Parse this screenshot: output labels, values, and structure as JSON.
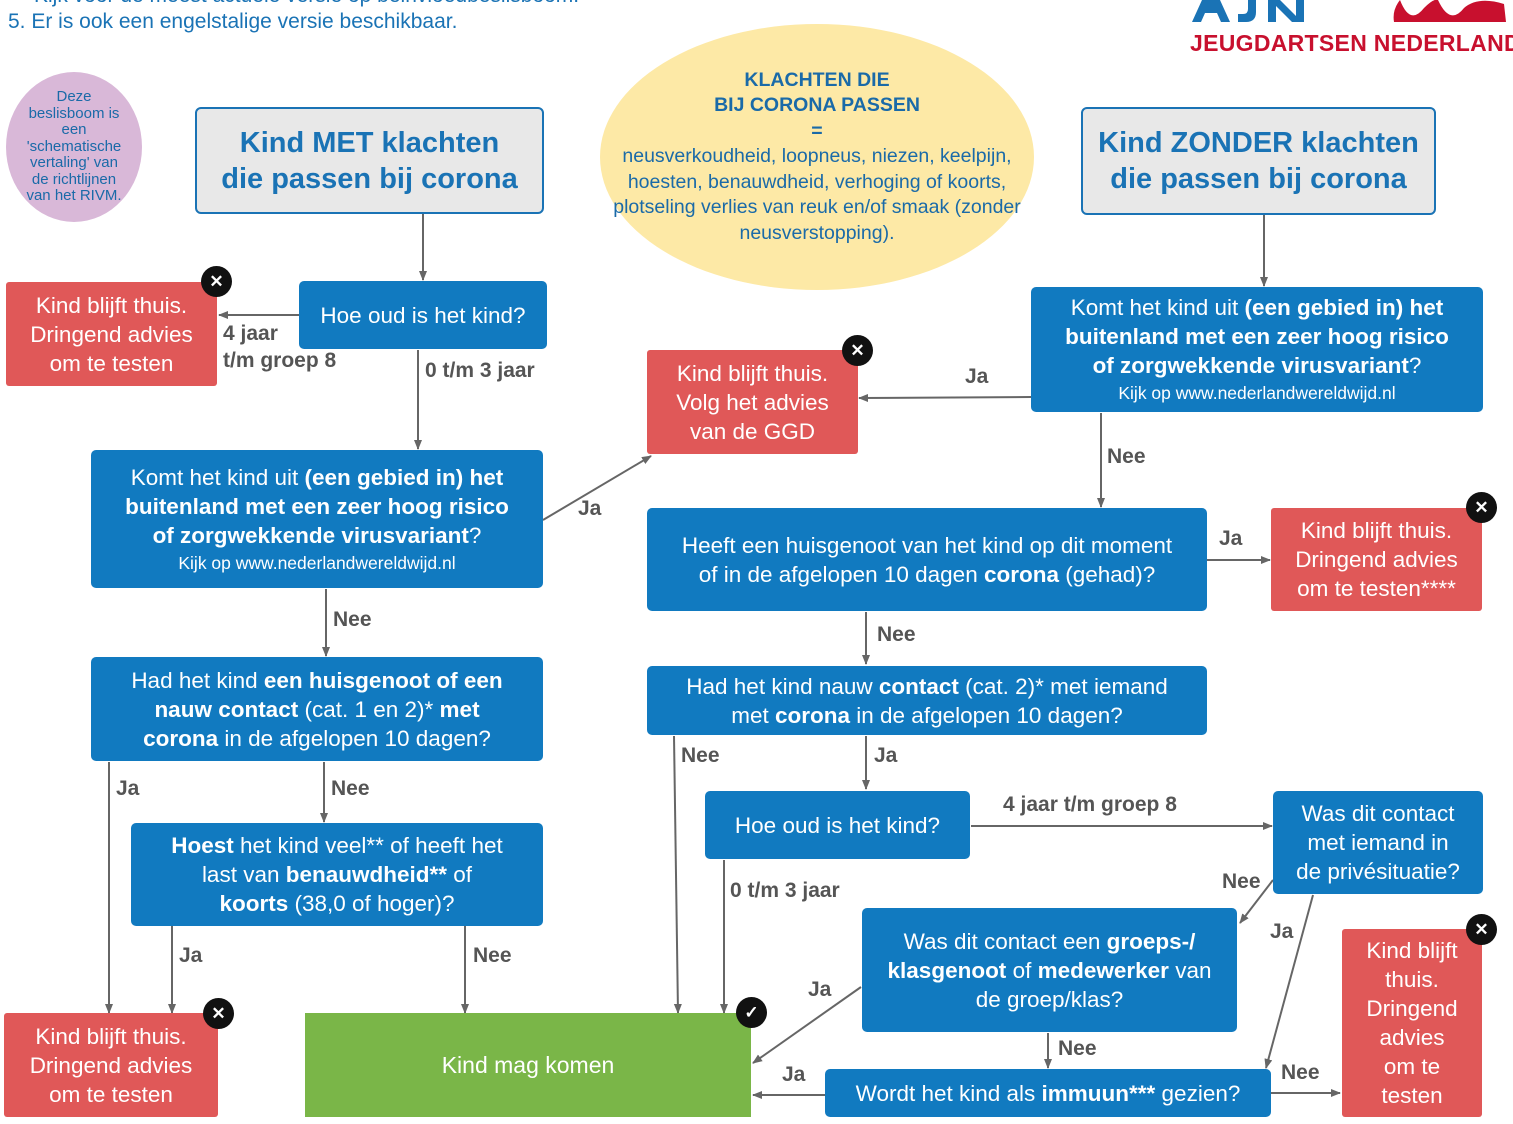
{
  "header": {
    "note_partial": "Kijk voor de meest actuele versie op beinvloedbeslisboom.",
    "note_5": "5. Er is ook een engelstalige versie beschikbaar."
  },
  "logo": {
    "subtitle": "JEUGDARTSEN NEDERLAND",
    "colors": {
      "blue": "#1a73b5",
      "red": "#c8102e"
    }
  },
  "purple_note": "Deze beslisboom is een 'schematische vertaling' van de richtlijnen van het RIVM.",
  "symptoms": {
    "title_line1": "KLACHTEN DIE",
    "title_line2": "BIJ CORONA PASSEN",
    "equals": "=",
    "body": "neusverkoudheid, loopneus, niezen, keelpijn, hoesten, benauwdheid, verhoging of koorts, plotseling verlies van reuk en/of smaak (zonder neusverstopping)."
  },
  "left": {
    "header_line1": "Kind MET klachten",
    "header_line2": "die passen bij corona",
    "age_question": "Hoe oud is het kind?",
    "age_4": "4 jaar",
    "age_4b": "t/m groep 8",
    "age_0": "0 t/m 3 jaar",
    "stay_home_test": [
      "Kind blijft thuis.",
      "Dringend advies",
      "om te testen"
    ],
    "abroad": {
      "t1": "Komt het kind uit ",
      "b1": "(een gebied in) het",
      "b2": "buitenland met een zeer hoog risico",
      "b3": "of zorgwekkende virusvariant",
      "t2": "?",
      "sub": "Kijk op www.nederlandwereldwijd.nl"
    },
    "contact": {
      "t1": "Had het kind ",
      "b1": "een huisgenoot of een",
      "b2": "nauw contact",
      "t2": " (cat. 1 en 2)* ",
      "b3": "met",
      "b4": "corona",
      "t3": " in de afgelopen 10 dagen?"
    },
    "cough": {
      "b1": "Hoest",
      "t1": " het kind veel** of heeft het",
      "t2": "last van ",
      "b2": "benauwdheid**",
      "t3": " of",
      "b3": "koorts",
      "t4": " (38,0 of hoger)?"
    },
    "stay_home_test_bottom": [
      "Kind blijft thuis.",
      "Dringend advies",
      "om te testen"
    ]
  },
  "right": {
    "header_line1": "Kind ZONDER klachten",
    "header_line2": "die passen bij corona",
    "abroad": {
      "t1": "Komt het kind uit ",
      "b1": "(een gebied in) het",
      "b2": "buitenland met een zeer hoog risico",
      "b3": "of zorgwekkende virusvariant",
      "t2": "?",
      "sub": "Kijk op www.nederlandwereldwijd.nl"
    },
    "ggd": [
      "Kind blijft thuis.",
      "Volg het advies",
      "van de GGD"
    ],
    "housemate": {
      "t1": "Heeft een huisgenoot van het kind op dit moment",
      "t2": "of in de afgelopen 10 dagen ",
      "b1": "corona",
      "t3": " (gehad)?"
    },
    "stay_home_test4": [
      "Kind blijft thuis.",
      "Dringend advies",
      "om te testen****"
    ],
    "contact": {
      "t1": "Had het kind nauw ",
      "b1": "contact",
      "t2": " (cat. 2)* met iemand",
      "t3": "met ",
      "b2": "corona",
      "t4": " in de afgelopen 10 dagen?"
    },
    "age_question": "Hoe oud is het kind?",
    "age_4_label": "4 jaar t/m groep 8",
    "age_0_label": "0 t/m 3 jaar",
    "private": [
      "Was dit contact",
      "met iemand in",
      "de privésituatie?"
    ],
    "group": {
      "t1": "Was dit contact een ",
      "b1": "groeps-/",
      "b2": "klasgenoot",
      "t2": " of ",
      "b3": "medewerker",
      "t3": " van",
      "t4": "de groep/klas?"
    },
    "immune": {
      "t1": "Wordt het kind als ",
      "b1": "immuun***",
      "t2": " gezien?"
    },
    "stay_home_test_right": [
      "Kind blijft",
      "thuis.",
      "Dringend",
      "advies",
      "om te",
      "testen"
    ]
  },
  "outcome_ok": "Kind mag komen",
  "labels": {
    "ja": "Ja",
    "nee": "Nee"
  },
  "colors": {
    "question_blue": "#117ac0",
    "stop_red": "#e05858",
    "ok_green": "#7ab648",
    "arrow_grey": "#666666"
  }
}
